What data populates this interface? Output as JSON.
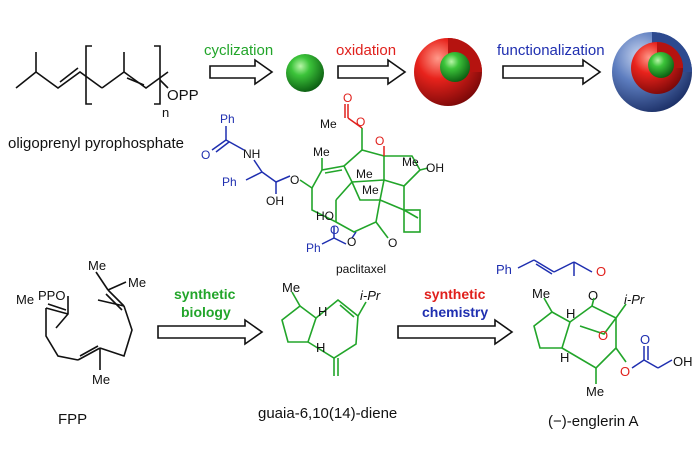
{
  "top_row": {
    "molecule_name": "oligoprenyl pyrophosphate",
    "opp": "OPP",
    "subscript_n": "n",
    "steps": [
      {
        "label": "cyclization",
        "color": "#22a52a"
      },
      {
        "label": "oxidation",
        "color": "#e0201c"
      },
      {
        "label": "functionalization",
        "color": "#1f2fb0"
      }
    ]
  },
  "paclitaxel": {
    "name": "paclitaxel",
    "atoms": {
      "ph_top": "Ph",
      "o_amide": "O",
      "nh": "NH",
      "ph_side": "Ph",
      "oh_side": "OH",
      "o_ester": "O",
      "o_keto_top": "O",
      "me_acetyl": "Me",
      "o_acetyl": "O",
      "me_ring": "Me",
      "me_gem1": "Me",
      "me_gem2": "Me",
      "o_keto": "O",
      "me_right": "Me",
      "oh_right": "OH",
      "oh_bottom": "HO",
      "o_bz": "O",
      "ph_bz": "Ph",
      "o_bz_carb": "O",
      "o_oxetane": "O"
    }
  },
  "bottom_row": {
    "fpp": {
      "name": "FPP",
      "ppo": "PPO",
      "me1": "Me",
      "me2": "Me",
      "me3": "Me",
      "me4": "Me"
    },
    "step1": {
      "line1": "synthetic",
      "line2": "biology",
      "color": "#22a52a"
    },
    "guaia": {
      "name": "guaia-6,10(14)-diene",
      "me": "Me",
      "ipr": "i-Pr",
      "h1": "H",
      "h2": "H"
    },
    "step2": {
      "line1": "synthetic",
      "line2": "chemistry",
      "color1": "#e0201c",
      "color2": "#1f2fb0"
    },
    "englerin": {
      "name": "(−)-englerin A",
      "ph": "Ph",
      "o_cinn": "O",
      "o_ester": "O",
      "me": "Me",
      "ipr": "i-Pr",
      "h1": "H",
      "h2": "H",
      "o_bridge": "O",
      "me_bottom": "Me",
      "o_glyc": "O",
      "o_glyc_carb": "O",
      "oh": "OH"
    }
  },
  "colors": {
    "green": "#22a52a",
    "red": "#e0201c",
    "blue": "#1f2fb0",
    "black": "#111111"
  }
}
